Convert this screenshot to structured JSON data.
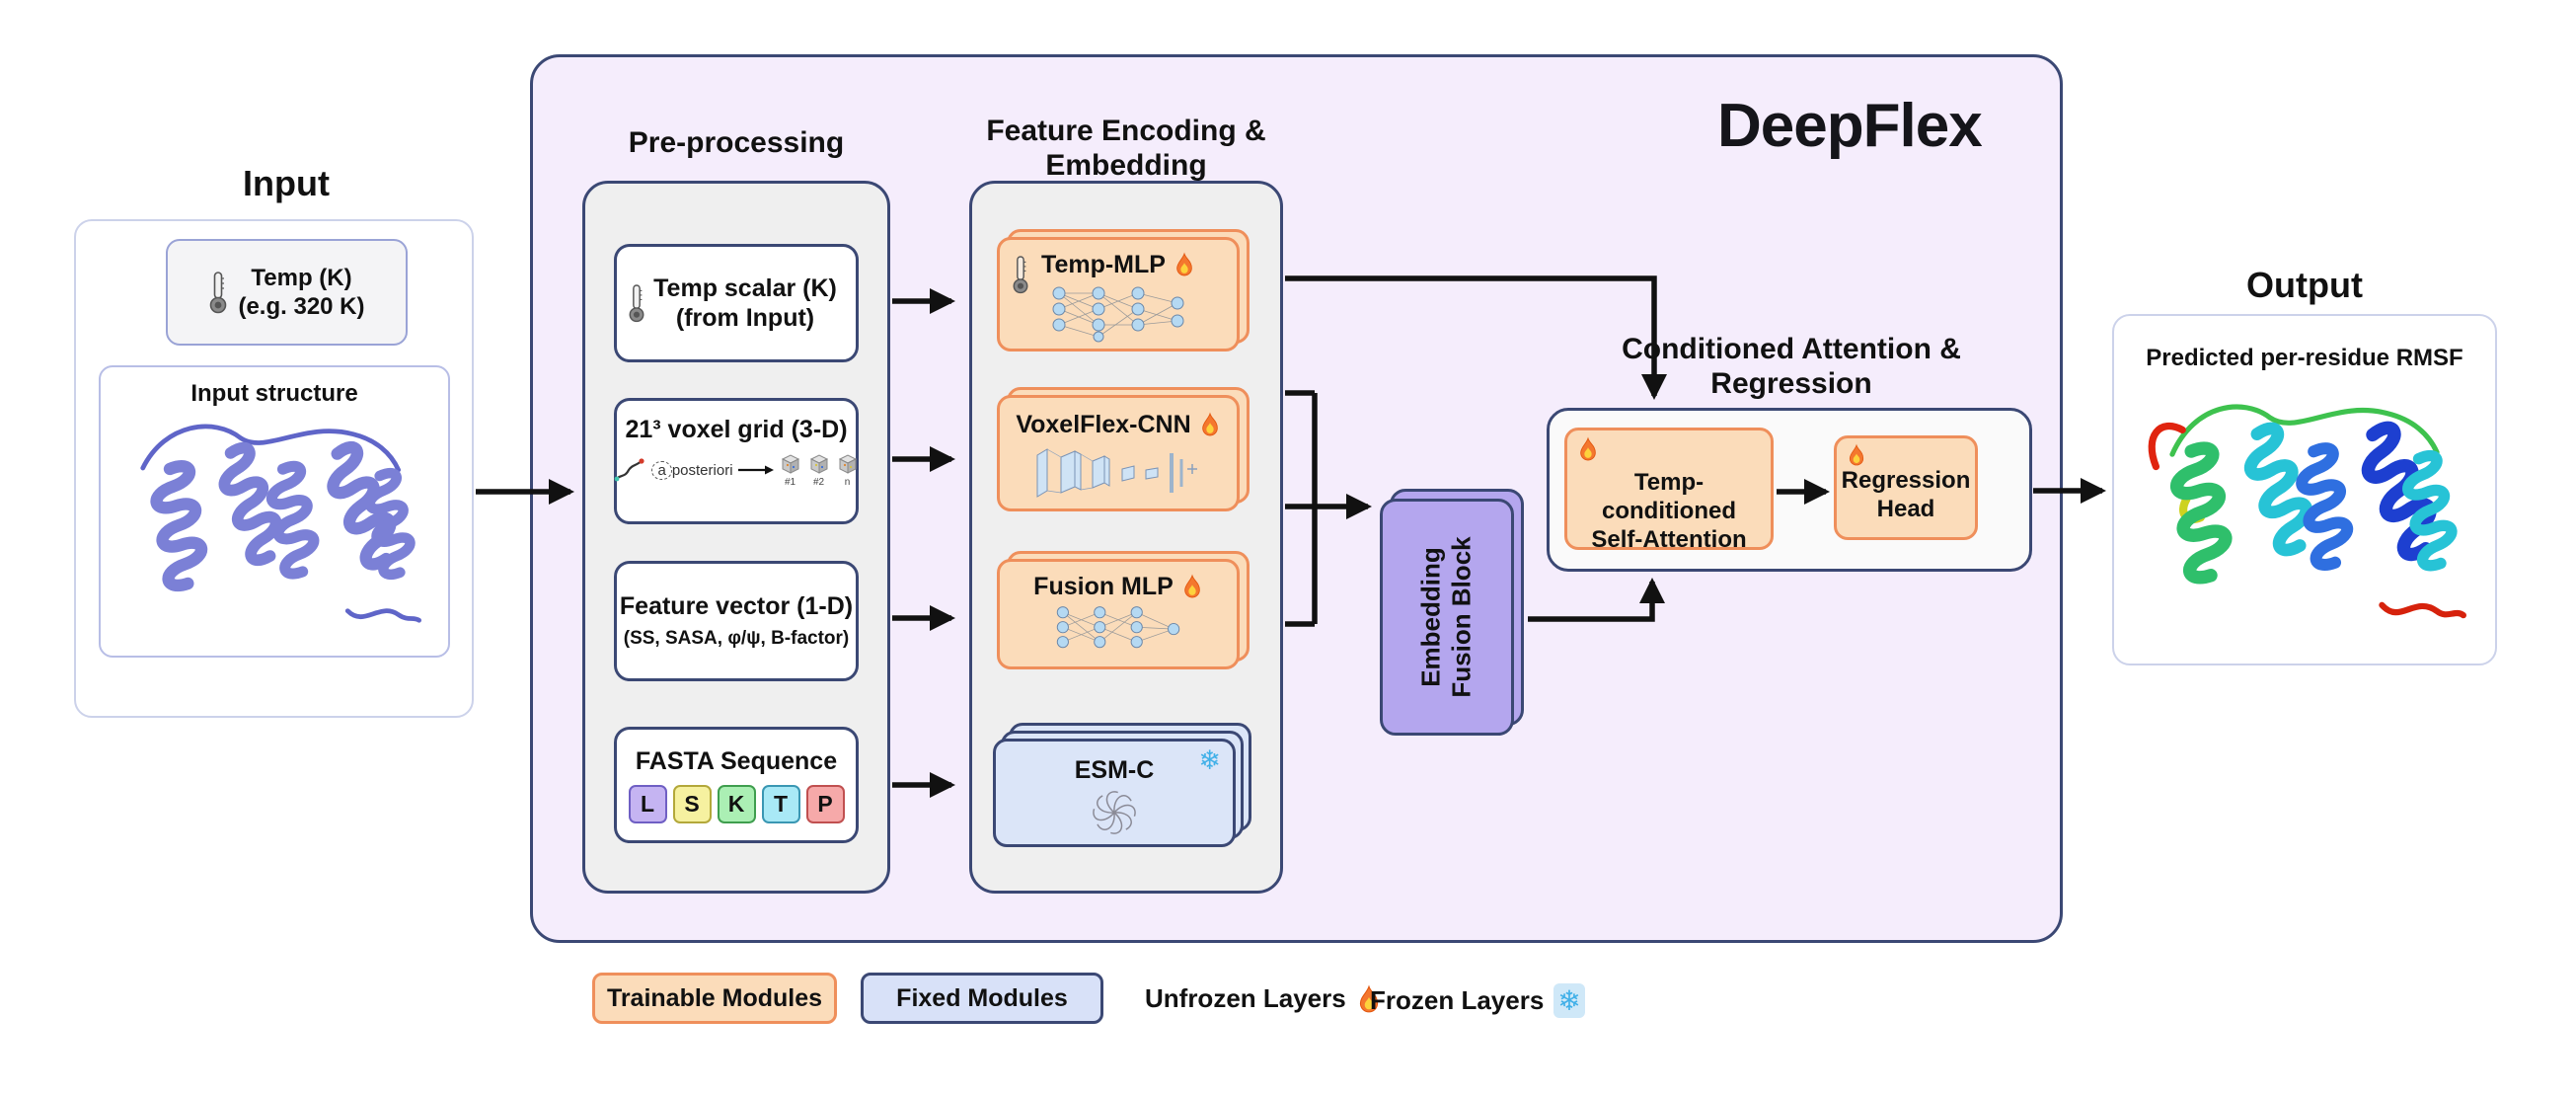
{
  "title": "DeepFlex",
  "input": {
    "heading": "Input",
    "temp_box": {
      "line1": "Temp (K)",
      "line2": "(e.g. 320 K)"
    },
    "structure_box": {
      "title": "Input  structure"
    }
  },
  "preprocessing": {
    "heading": "Pre-processing",
    "boxes": [
      {
        "title": "Temp scalar (K)",
        "subtitle": "(from Input)"
      },
      {
        "title": "21³ voxel grid (3-D)",
        "caption_a": "a",
        "caption_rest": "posteriori",
        "cube_labels": [
          "#1",
          "#2",
          "n"
        ]
      },
      {
        "title": "Feature vector (1-D)",
        "subtitle": "(SS, SASA, φ/ψ, B-factor)"
      },
      {
        "title": "FASTA  Sequence",
        "tiles": [
          "L",
          "S",
          "K",
          "T",
          "P"
        ]
      }
    ]
  },
  "encoding": {
    "heading_line1": "Feature Encoding &",
    "heading_line2": "Embedding",
    "cards": [
      {
        "title": "Temp-MLP",
        "state": "unfrozen"
      },
      {
        "title": "VoxelFlex-CNN",
        "state": "unfrozen"
      },
      {
        "title": "Fusion MLP",
        "state": "unfrozen"
      },
      {
        "title": "ESM-C",
        "state": "frozen"
      }
    ]
  },
  "fusion_block": {
    "label_line1": "Embedding",
    "label_line2": "Fusion Block"
  },
  "attention": {
    "heading_line1": "Conditioned Attention &",
    "heading_line2": "Regression",
    "self_attention": {
      "line1": "Temp-conditioned",
      "line2": "Self-Attention",
      "state": "unfrozen"
    },
    "regression_head": {
      "line1": "Regression",
      "line2": "Head",
      "state": "unfrozen"
    }
  },
  "output": {
    "heading": "Output",
    "box_title": "Predicted per-residue RMSF"
  },
  "legend": {
    "trainable": "Trainable Modules",
    "fixed": "Fixed Modules",
    "unfrozen": "Unfrozen Layers",
    "frozen": "Frozen Layers"
  },
  "colors": {
    "navy_border": "#3b4874",
    "container_fill": "#f5edfc",
    "gray_fill": "#efefef",
    "trainable_fill": "#fbdcba",
    "trainable_border": "#ef8f5b",
    "fixed_fill": "#dbe5f8",
    "fusion_purple": "#b4a6ee",
    "flame_orange": "#f4772e",
    "snowflake_blue": "#41b0e8",
    "input_protein": "#7b80d6"
  }
}
